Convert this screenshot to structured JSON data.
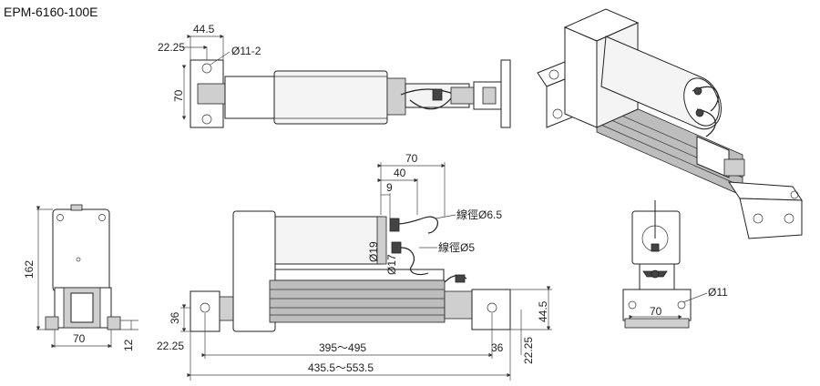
{
  "model": "EPM-6160-100E",
  "top_view": {
    "dim_width": "44.5",
    "dim_offset": "22.25",
    "dim_height": "70",
    "hole_label": "Ø11-2"
  },
  "side_view": {
    "dim_70": "70",
    "dim_40": "40",
    "dim_9": "9",
    "dim_19": "Ø19",
    "dim_17": "Ø17",
    "wire_1": "線徑Ø6.5",
    "wire_2": "線徑Ø5",
    "dim_36_left": "36",
    "dim_22_left": "22.25",
    "dim_stroke": "395～495",
    "dim_36_right": "36",
    "dim_22_right": "22.25",
    "dim_total": "435.5～553.5",
    "dim_44_right": "44.5"
  },
  "front_view": {
    "dim_162": "162",
    "dim_70": "70",
    "dim_12": "12"
  },
  "end_view": {
    "dim_70": "70",
    "hole_label": "Ø11"
  }
}
